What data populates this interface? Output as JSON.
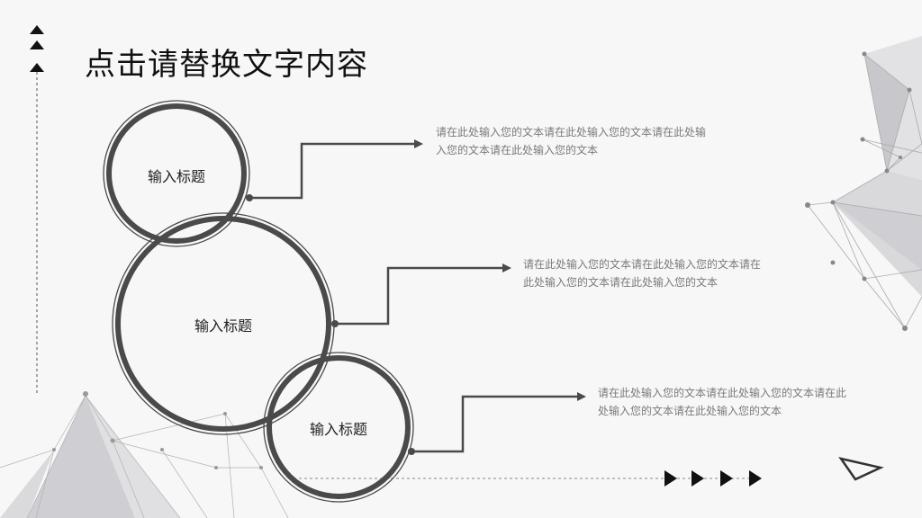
{
  "slide": {
    "title": "点击请替换文字内容",
    "items": [
      {
        "heading": "输入标题",
        "text_line1": "请在此处输入您的文本请在此处输入您的文本请在此处输",
        "text_line2": "入您的文本请在此处输入您的文本"
      },
      {
        "heading": "输入标题",
        "text_line1": "请在此处输入您的文本请在此处输入您的文本请在",
        "text_line2": "此处输入您的文本请在此处输入您的文本"
      },
      {
        "heading": "输入标题",
        "text_line1": "请在此处输入您的文本请在此处输入您的文本请在此",
        "text_line2": "处输入您的文本请在此处输入您的文本"
      }
    ]
  },
  "colors": {
    "background": "#f7f7f7",
    "ring": "#4a4a4a",
    "text": "#7a7a7a",
    "accent": "#111111"
  },
  "icons": [
    "triangle-up-icon",
    "triangle-right-icon",
    "triangle-outline-icon",
    "polygon-network-decoration"
  ]
}
